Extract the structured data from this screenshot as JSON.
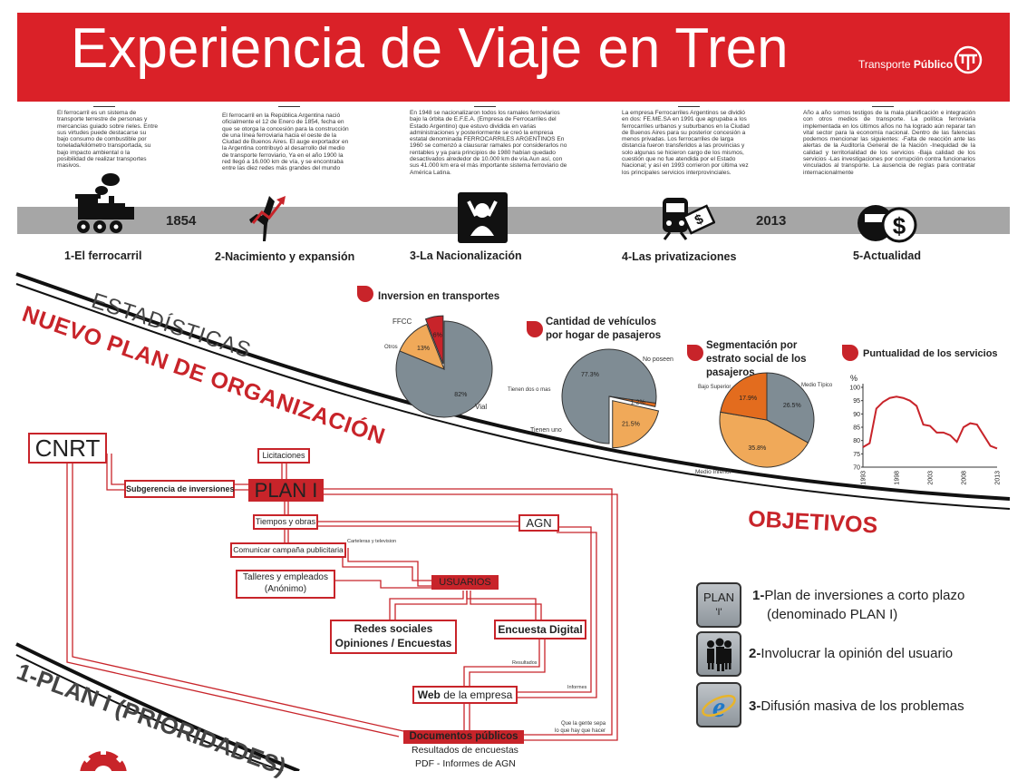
{
  "header": {
    "title": "Experiencia de Viaje en Tren",
    "brand_light": "Transporte ",
    "brand_bold": "Público"
  },
  "intro": [
    "El ferrocarril es un sistema de transporte terrestre de personas y mercancías guiado sobre rieles. Entre sus virtudes puede destacarse su bajo consumo de combustible por tonelada/kilómetro transportada, su bajo impacto ambiental o la posibilidad de realizar transportes masivos.",
    "El ferrocarril en la República Argentina nació oficialmente el 12 de Enero de 1854, fecha en que se otorga la concesión para la construcción de una línea ferroviaria hacia el oeste de la Ciudad de Buenos Aires. El auge exportador en la Argentina contribuyó al desarrollo del medio de transporte ferroviario, Ya en el año 1900 la red llegó a 16.000 km de vía, y se encontraba entre las diez redes más grandes del mundo",
    "En 1948 se nacionalizaron todos los ramales ferroviarios bajo la órbita de E.F.E.A. (Empresa de Ferrocarriles del Estado Argentino) que estuvo dividida en varias administraciones y posteriormente se creó la empresa estatal denominada FERROCARRILES ARGENTINOS En 1960 se comenzó a clausurar ramales por considerarlos no rentables y ya para principios de 1980 habían quedado desactivados alrededor de 10.000 km de vía.Aun así, con sus 41.000 km era el más importante sistema ferroviario de América Latina.",
    "La empresa Ferrocarriles Argentinos se dividió en dos: FE.ME.SA en 1991 que agrupaba a los ferrocarriles urbanos y suburbanos en la Ciudad de Buenos Aires para su posterior concesión a menos privadas. Los ferrocarriles de larga distancia fueron transferidos a las provincias y solo algunas se hicieron cargo de los mismos, cuestión que no fue atendida por el Estado Nacional; y así en 1993 corrieron por última vez los principales servicios interprovinciales.",
    "Año a año somos testigos de la mala planificación e integración con otros medios de transporte. La política ferroviaria implementada en los últimos años no ha logrado aún reparar tan vital sector para la economía nacional. Dentro de las falencias podemos mencionar las siguientes: -Falta de reacción ante las alertas de la Auditoría General de la Nación -Inequidad de la calidad y territorialidad de los servicios -Baja calidad de los servicios -Las investigaciones por corrupción contra funcionarios vinculados al transporte. La ausencia de reglas para contratar internacionalmente"
  ],
  "timeline": {
    "year1": "1854",
    "year2": "2013",
    "milestones": [
      "1-El ferrocarril",
      "2-Nacimiento y expansión",
      "3-La Nacionalización",
      "4-Las privatizaciones",
      "5-Actualidad"
    ]
  },
  "band_labels": {
    "estadisticas": "ESTADÍSTICAS",
    "nuevo_plan": "NUEVO PLAN DE ORGANIZACIÓN",
    "objetivos": "OBJETIVOS",
    "plan_prioridades": "1-PLAN I (PRIORIDADES)"
  },
  "chart_data": [
    {
      "type": "pie",
      "title": "Inversion en transportes",
      "labels": [
        "Vial",
        "Otros",
        "FFCC"
      ],
      "values": [
        82,
        13,
        6
      ],
      "value_labels": [
        "82%",
        "13%",
        "6%"
      ],
      "colors": [
        "#7f8c94",
        "#f0a959",
        "#c8242a"
      ]
    },
    {
      "type": "pie",
      "title": "Cantidad de vehículos por hogar de pasajeros",
      "labels": [
        "No poseen",
        "Tienen dos o mas",
        "Tienen uno"
      ],
      "values": [
        77.3,
        1.2,
        21.5
      ],
      "value_labels": [
        "77.3%",
        "1.2%",
        "21.5%"
      ],
      "colors": [
        "#7f8c94",
        "#e36c1e",
        "#f0a959"
      ]
    },
    {
      "type": "pie",
      "title": "Segmentación por estrato social de los pasajeros",
      "labels": [
        "Medio Típico",
        "Medio Inferior",
        "Bajo Superior"
      ],
      "values": [
        26.5,
        35.8,
        17.9
      ],
      "value_labels": [
        "26.5%",
        "35.8%",
        "17.9%"
      ],
      "colors": [
        "#7f8c94",
        "#f0a959",
        "#e36c1e"
      ]
    },
    {
      "type": "line",
      "title": "Puntualidad de los servicios",
      "ylabel": "%",
      "ylim": [
        70,
        100
      ],
      "yticks": [
        "70",
        "75",
        "80",
        "85",
        "90",
        "95",
        "100"
      ],
      "xticks": [
        "1993",
        "1998",
        "2003",
        "2008",
        "2013"
      ],
      "x": [
        1993,
        1994,
        1995,
        1996,
        1997,
        1998,
        1999,
        2000,
        2001,
        2002,
        2003,
        2004,
        2005,
        2006,
        2007,
        2008,
        2009,
        2010,
        2011,
        2012,
        2013
      ],
      "y": [
        77.5,
        79,
        92,
        94.5,
        96,
        96.5,
        96,
        95,
        93,
        86,
        85.5,
        83,
        83,
        82,
        79.5,
        85,
        86.5,
        86,
        82,
        78,
        77
      ],
      "color": "#c8242a"
    }
  ],
  "flow": {
    "cnrt": "CNRT",
    "subgerencia": "Subgerencia de inversiones",
    "licitaciones": "Licitaciones",
    "plan": "PLAN I",
    "tiempos": "Tiempos y obras",
    "agn": "AGN",
    "carteleras": "Carteleras y television",
    "comunicar": "Comunicar campaña publicitaria",
    "talleres1": "Talleres y empleados",
    "talleres2": "(Anónimo)",
    "usuarios": "USUARIOS",
    "redes1": "Redes sociales",
    "redes2": "Opiniones / Encuestas",
    "encuesta": "Encuesta Digital",
    "resultados": "Resultados",
    "web_bold": "Web",
    "web_rest": " de la empresa",
    "informes": "Informes",
    "quegente1": "Que la gente sepa",
    "quegente2": "lo que hay que hacer",
    "documentos": "Documentos públicos",
    "res_enc": "Resultados de encuestas",
    "pdf": "PDF - Informes de AGN"
  },
  "objetivos": [
    {
      "num": "1-",
      "text1": "Plan de inversiones a corto plazo",
      "text2": "(denominado PLAN I)",
      "icon": "plan-icon",
      "icon_text1": "PLAN",
      "icon_text2": "'I'"
    },
    {
      "num": "2-",
      "text1": "Involucrar la opinión del usuario",
      "icon": "users-icon"
    },
    {
      "num": "3-",
      "text1": "Difusión masiva de los problemas",
      "icon": "internet-explorer-icon"
    }
  ]
}
